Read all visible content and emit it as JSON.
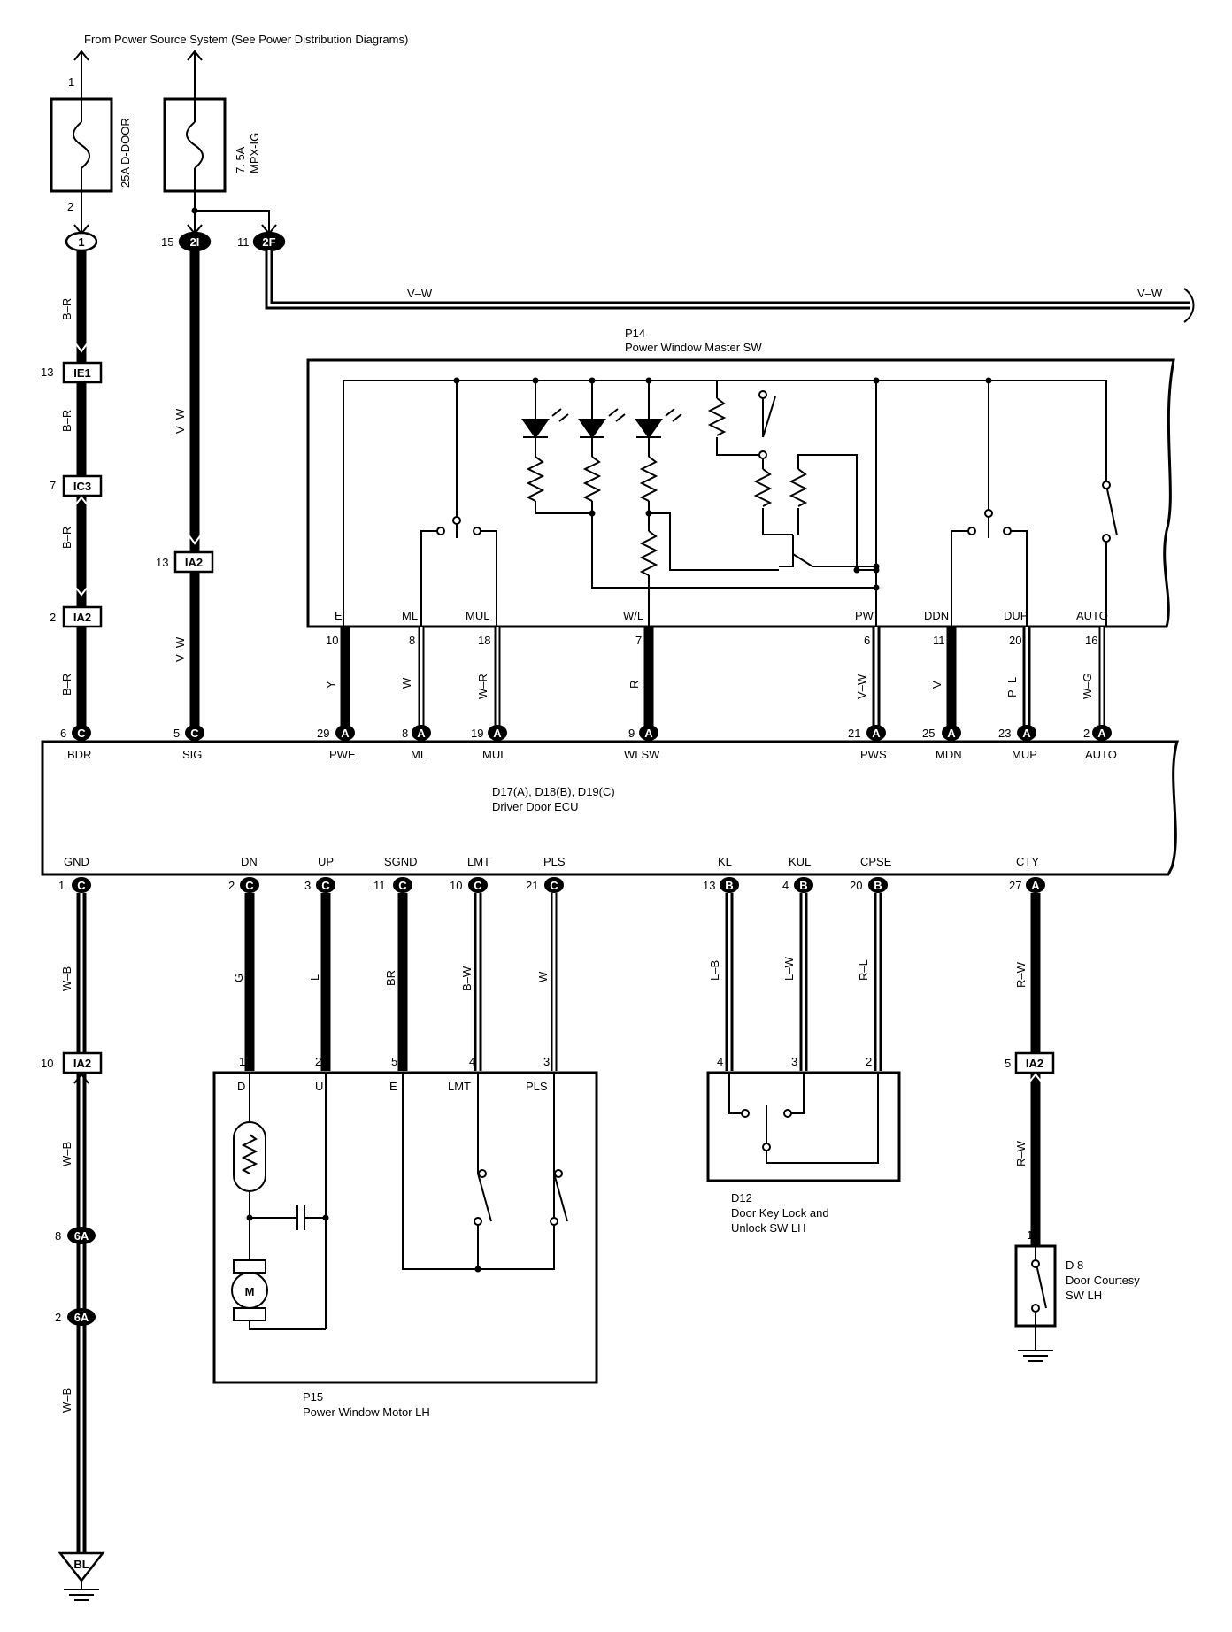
{
  "header": {
    "source_note": "From Power Source System (See  Power Distribution Diagrams)"
  },
  "fuses": [
    {
      "pin_top": "1",
      "pin_bottom": "2",
      "rating": "25A D-DOOR"
    },
    {
      "rating_a": "7. 5A",
      "rating_b": "MPX-IG"
    }
  ],
  "top_connectors": {
    "bdr_junction": "1",
    "sig_junction": "2I",
    "sig_pin": "15",
    "vw_junction": "2F",
    "vw_pin": "11",
    "vw_bus_left": "V–W",
    "vw_bus_right": "V–W"
  },
  "bdr_chain": [
    {
      "pin": "13",
      "conn": "IE1",
      "wire": "B–R"
    },
    {
      "pin": "7",
      "conn": "IC3",
      "wire": "B–R"
    },
    {
      "pin": "2",
      "conn": "IA2",
      "wire": "B–R"
    }
  ],
  "bdr_top_wire": "B–R",
  "sig_chain": {
    "wire_upper": "V–W",
    "pin": "13",
    "conn": "IA2",
    "wire_lower": "V–W"
  },
  "p14": {
    "code": "P14",
    "name": "Power Window Master SW",
    "terminals": [
      {
        "name": "E",
        "pin": "10",
        "wire": "Y",
        "ecu_pin": "29",
        "ecu_conn": "A"
      },
      {
        "name": "ML",
        "pin": "8",
        "wire": "W",
        "ecu_pin": "8",
        "ecu_conn": "A"
      },
      {
        "name": "MUL",
        "pin": "18",
        "wire": "W–R",
        "ecu_pin": "19",
        "ecu_conn": "A"
      },
      {
        "name": "W/L",
        "pin": "7",
        "wire": "R",
        "ecu_pin": "9",
        "ecu_conn": "A"
      },
      {
        "name": "PW",
        "pin": "6",
        "wire": "V–W",
        "ecu_pin": "21",
        "ecu_conn": "A"
      },
      {
        "name": "DDN",
        "pin": "11",
        "wire": "V",
        "ecu_pin": "25",
        "ecu_conn": "A"
      },
      {
        "name": "DUP",
        "pin": "20",
        "wire": "P–L",
        "ecu_pin": "23",
        "ecu_conn": "A"
      },
      {
        "name": "AUTO",
        "pin": "16",
        "wire": "W–G",
        "ecu_pin": "2",
        "ecu_conn": "A"
      }
    ]
  },
  "ecu": {
    "title_a": "D17(A), D18(B), D19(C)",
    "title_b": "Driver Door ECU",
    "top_terms": [
      {
        "label": "BDR",
        "pin": "6",
        "conn": "C"
      },
      {
        "label": "SIG",
        "pin": "5",
        "conn": "C"
      },
      {
        "label": "PWE"
      },
      {
        "label": "ML"
      },
      {
        "label": "MUL"
      },
      {
        "label": "WLSW"
      },
      {
        "label": "PWS"
      },
      {
        "label": "MDN"
      },
      {
        "label": "MUP"
      },
      {
        "label": "AUTO"
      }
    ],
    "bottom_terms": [
      {
        "label": "GND",
        "pin": "1",
        "conn": "C"
      },
      {
        "label": "DN",
        "pin": "2",
        "conn": "C"
      },
      {
        "label": "UP",
        "pin": "3",
        "conn": "C"
      },
      {
        "label": "SGND",
        "pin": "11",
        "conn": "C"
      },
      {
        "label": "LMT",
        "pin": "10",
        "conn": "C"
      },
      {
        "label": "PLS",
        "pin": "21",
        "conn": "C"
      },
      {
        "label": "KL",
        "pin": "13",
        "conn": "B"
      },
      {
        "label": "KUL",
        "pin": "4",
        "conn": "B"
      },
      {
        "label": "CPSE",
        "pin": "20",
        "conn": "B"
      },
      {
        "label": "CTY",
        "pin": "27",
        "conn": "A"
      }
    ]
  },
  "gnd_chain": {
    "wire1": "W–B",
    "pin1": "10",
    "conn1": "IA2",
    "wire2": "W–B",
    "pin2": "8",
    "conn2": "6A",
    "pin3": "2",
    "conn3": "6A",
    "wire3": "W–B",
    "ground": "BL"
  },
  "p15": {
    "code": "P15",
    "name": "Power Window Motor LH",
    "wires": [
      {
        "wire": "G",
        "pin": "1",
        "term": "D"
      },
      {
        "wire": "L",
        "pin": "2",
        "term": "U"
      },
      {
        "wire": "BR",
        "pin": "5",
        "term": "E"
      },
      {
        "wire": "B–W",
        "pin": "4",
        "term": "LMT"
      },
      {
        "wire": "W",
        "pin": "3",
        "term": "PLS"
      }
    ],
    "motor": "M"
  },
  "d12": {
    "code": "D12",
    "name_a": "Door Key Lock and",
    "name_b": "Unlock SW LH",
    "wires": [
      {
        "wire": "L–B",
        "pin": "4"
      },
      {
        "wire": "L–W",
        "pin": "3"
      },
      {
        "wire": "R–L",
        "pin": "2"
      }
    ]
  },
  "d8": {
    "code": "D 8",
    "name_a": "Door Courtesy",
    "name_b": "SW LH",
    "wire_upper": "R–W",
    "pin_conn": "5",
    "conn": "IA2",
    "wire_lower": "R–W",
    "pin": "1"
  }
}
